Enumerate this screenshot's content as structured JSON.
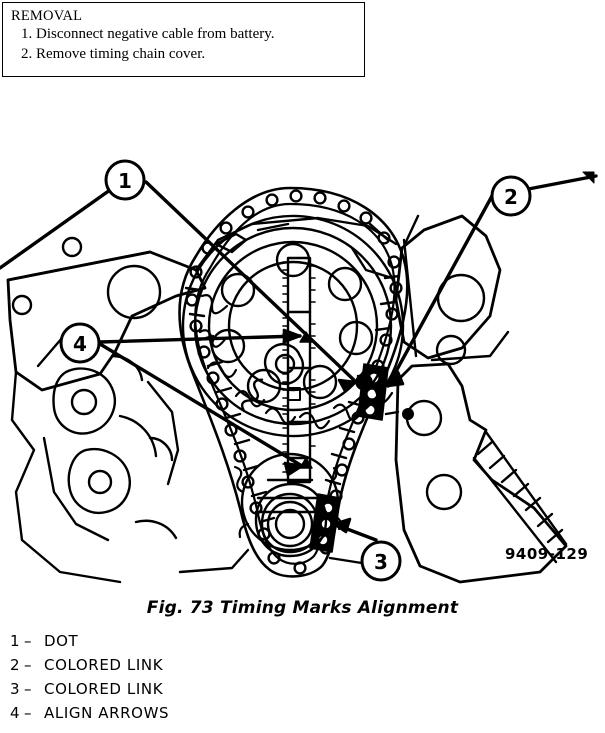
{
  "instructions": {
    "heading": "REMOVAL",
    "steps": [
      "1. Disconnect negative cable from battery.",
      "2. Remove timing chain cover."
    ]
  },
  "figure": {
    "caption": "Fig. 73 Timing Marks Alignment",
    "drawing_number": "9409-129",
    "callouts": [
      {
        "id": "1",
        "label": "1"
      },
      {
        "id": "2",
        "label": "2"
      },
      {
        "id": "3",
        "label": "3"
      },
      {
        "id": "4",
        "label": "4"
      }
    ],
    "legend": [
      {
        "key": "1",
        "dash": "–",
        "label": "DOT"
      },
      {
        "key": "2",
        "dash": "–",
        "label": "COLORED LINK"
      },
      {
        "key": "3",
        "dash": "–",
        "label": "COLORED LINK"
      },
      {
        "key": "4",
        "dash": "–",
        "label": "ALIGN ARROWS"
      }
    ]
  },
  "colors": {
    "ink": "#000000",
    "paper": "#ffffff"
  }
}
